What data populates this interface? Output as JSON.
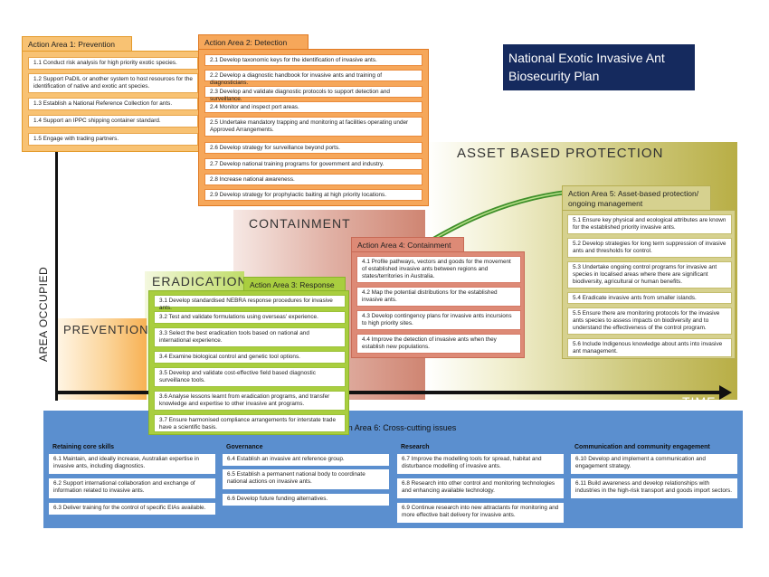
{
  "title": "National Exotic Invasive Ant Biosecurity Plan",
  "axes": {
    "y_label": "AREA OCCUPIED",
    "x_label": "TIME"
  },
  "phases": {
    "asset": "ASSET BASED PROTECTION",
    "containment": "CONTAINMENT",
    "eradication": "ERADICATION",
    "prevention": "PREVENTION"
  },
  "colors": {
    "title_bg": "#152a5e",
    "prevention": "#f8c273",
    "detection": "#f6a75a",
    "response": "#a9ce3f",
    "containment": "#dd8a76",
    "asset_protection": "#d6d18f",
    "cross_cutting": "#5b8fcf"
  },
  "action_areas": {
    "aa1": {
      "title": "Action Area 1: Prevention",
      "items": [
        "1.1 Conduct risk analysis for high priority exotic species.",
        "1.2 Support PaDIL or another system to host resources for the identification of native and exotic ant species.",
        "1.3 Establish a National Reference Collection for ants.",
        "1.4 Support an IPPC shipping container standard.",
        "1.5 Engage with trading partners."
      ]
    },
    "aa2": {
      "title": "Action Area 2: Detection",
      "items": [
        "2.1 Develop taxonomic keys for the identification of invasive ants.",
        "2.2 Develop a diagnostic handbook for invasive ants and training of diagnosticians.",
        "2.3 Develop and validate diagnostic protocols to support detection and surveillance.",
        "2.4 Monitor and inspect port areas.",
        "2.5 Undertake mandatory trapping and monitoring at facilities operating under Approved Arrangements.",
        "2.6 Develop strategy for surveillance beyond ports.",
        "2.7 Develop national training programs for government and industry.",
        "2.8 Increase national awareness.",
        "2.9 Develop strategy for prophylactic baiting at high priority locations."
      ]
    },
    "aa3": {
      "title": "Action Area 3: Response",
      "items": [
        "3.1 Develop standardised NEBRA response procedures for invasive ants.",
        "3.2 Test and validate formulations using overseas' experience.",
        "3.3 Select the best eradication tools based on national and international experience.",
        "3.4 Examine biological control and genetic tool options.",
        "3.5 Develop and validate cost-effective field based diagnostic surveillance tools.",
        "3.6 Analyse lessons learnt from eradication programs, and transfer knowledge and expertise to other invasive ant programs.",
        "3.7 Ensure harmonised compliance arrangements for interstate trade have a scientific basis."
      ]
    },
    "aa4": {
      "title": "Action Area 4: Containment",
      "items": [
        "4.1 Profile pathways, vectors and goods for the movement of established invasive ants between regions and states/territories in Australia.",
        "4.2 Map the potential distributions for the established invasive ants.",
        "4.3 Develop contingency plans for invasive ants incursions to high priority sites.",
        "4.4 Improve the detection of invasive ants when they establish new populations."
      ]
    },
    "aa5": {
      "title": "Action Area 5: Asset-based protection/ ongoing management",
      "items": [
        "5.1 Ensure key physical and ecological attributes are known for the established priority invasive ants.",
        "5.2 Develop strategies for long term suppression of invasive ants and thresholds for control.",
        "5.3 Undertake ongoing control programs for invasive ant species in localised areas where there are significant biodiversity, agricultural or human benefits.",
        "5.4 Eradicate invasive ants from smaller islands.",
        "5.5 Ensure there are monitoring protocols for the invasive ants species to assess impacts on biodiversity and to understand the effectiveness of the control program.",
        "5.6 Include Indigenous knowledge about ants into invasive ant management."
      ]
    },
    "aa6": {
      "title": "Action Area 6: Cross-cutting issues",
      "columns": [
        {
          "heading": "Retaining core skills",
          "items": [
            "6.1 Maintain, and ideally increase, Australian expertise in invasive ants, including diagnostics.",
            "6.2 Support international collaboration and exchange of information related to invasive ants.",
            "6.3 Deliver training for the control of specific EIAs available."
          ]
        },
        {
          "heading": "Governance",
          "items": [
            "6.4 Establish an invasive ant reference group.",
            "6.5 Establish a permanent national body to coordinate national actions on invasive ants.",
            "6.6 Develop future funding alternatives."
          ]
        },
        {
          "heading": "Research",
          "items": [
            "6.7 Improve the modelling tools for spread, habitat and disturbance modelling of invasive ants.",
            "6.8 Research into other control and monitoring technologies and enhancing available technology.",
            "6.9 Continue research into new attractants for monitoring and more effective bait delivery for invasive ants."
          ]
        },
        {
          "heading": "Communication and community engagement",
          "items": [
            "6.10 Develop and implement a communication and engagement strategy.",
            "6.11 Build awareness and develop relationships with industries in the high-risk transport and goods import sectors."
          ]
        }
      ]
    }
  }
}
